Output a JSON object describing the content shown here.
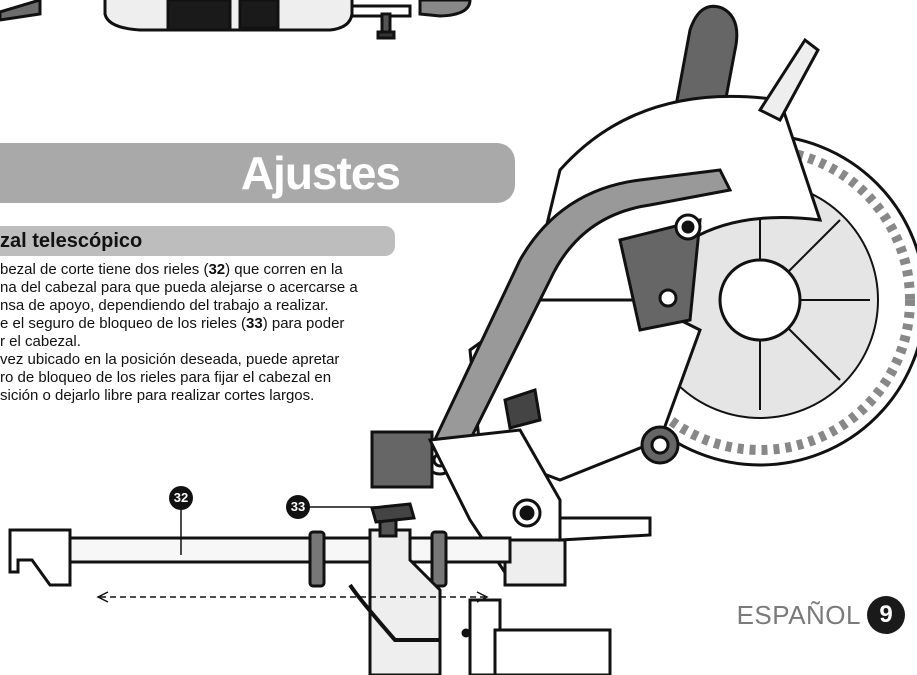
{
  "header": {
    "title": "Ajustes"
  },
  "section": {
    "title": "zal telescópico"
  },
  "body": {
    "lines": [
      {
        "parts": [
          {
            "t": "bezal de corte tiene dos rieles ("
          },
          {
            "t": "32",
            "b": true
          },
          {
            "t": ") que corren en la"
          }
        ]
      },
      {
        "parts": [
          {
            "t": "na del cabezal para que pueda alejarse o acercarse a"
          }
        ]
      },
      {
        "parts": [
          {
            "t": "nsa de apoyo, dependiendo del trabajo a realizar."
          }
        ]
      },
      {
        "parts": [
          {
            "t": "e el seguro de bloqueo de los rieles ("
          },
          {
            "t": "33",
            "b": true
          },
          {
            "t": ") para poder"
          }
        ]
      },
      {
        "parts": [
          {
            "t": "r el cabezal."
          }
        ]
      },
      {
        "parts": [
          {
            "t": "vez ubicado en la posición deseada, puede apretar"
          }
        ]
      },
      {
        "parts": [
          {
            "t": "ro de bloqueo de los rieles para fijar el cabezal en"
          }
        ]
      },
      {
        "parts": [
          {
            "t": "sición o dejarlo libre para realizar cortes largos."
          }
        ]
      }
    ]
  },
  "callouts": {
    "rails": "32",
    "lock": "33"
  },
  "footer": {
    "language": "ESPAÑOL",
    "page_number": "9"
  }
}
